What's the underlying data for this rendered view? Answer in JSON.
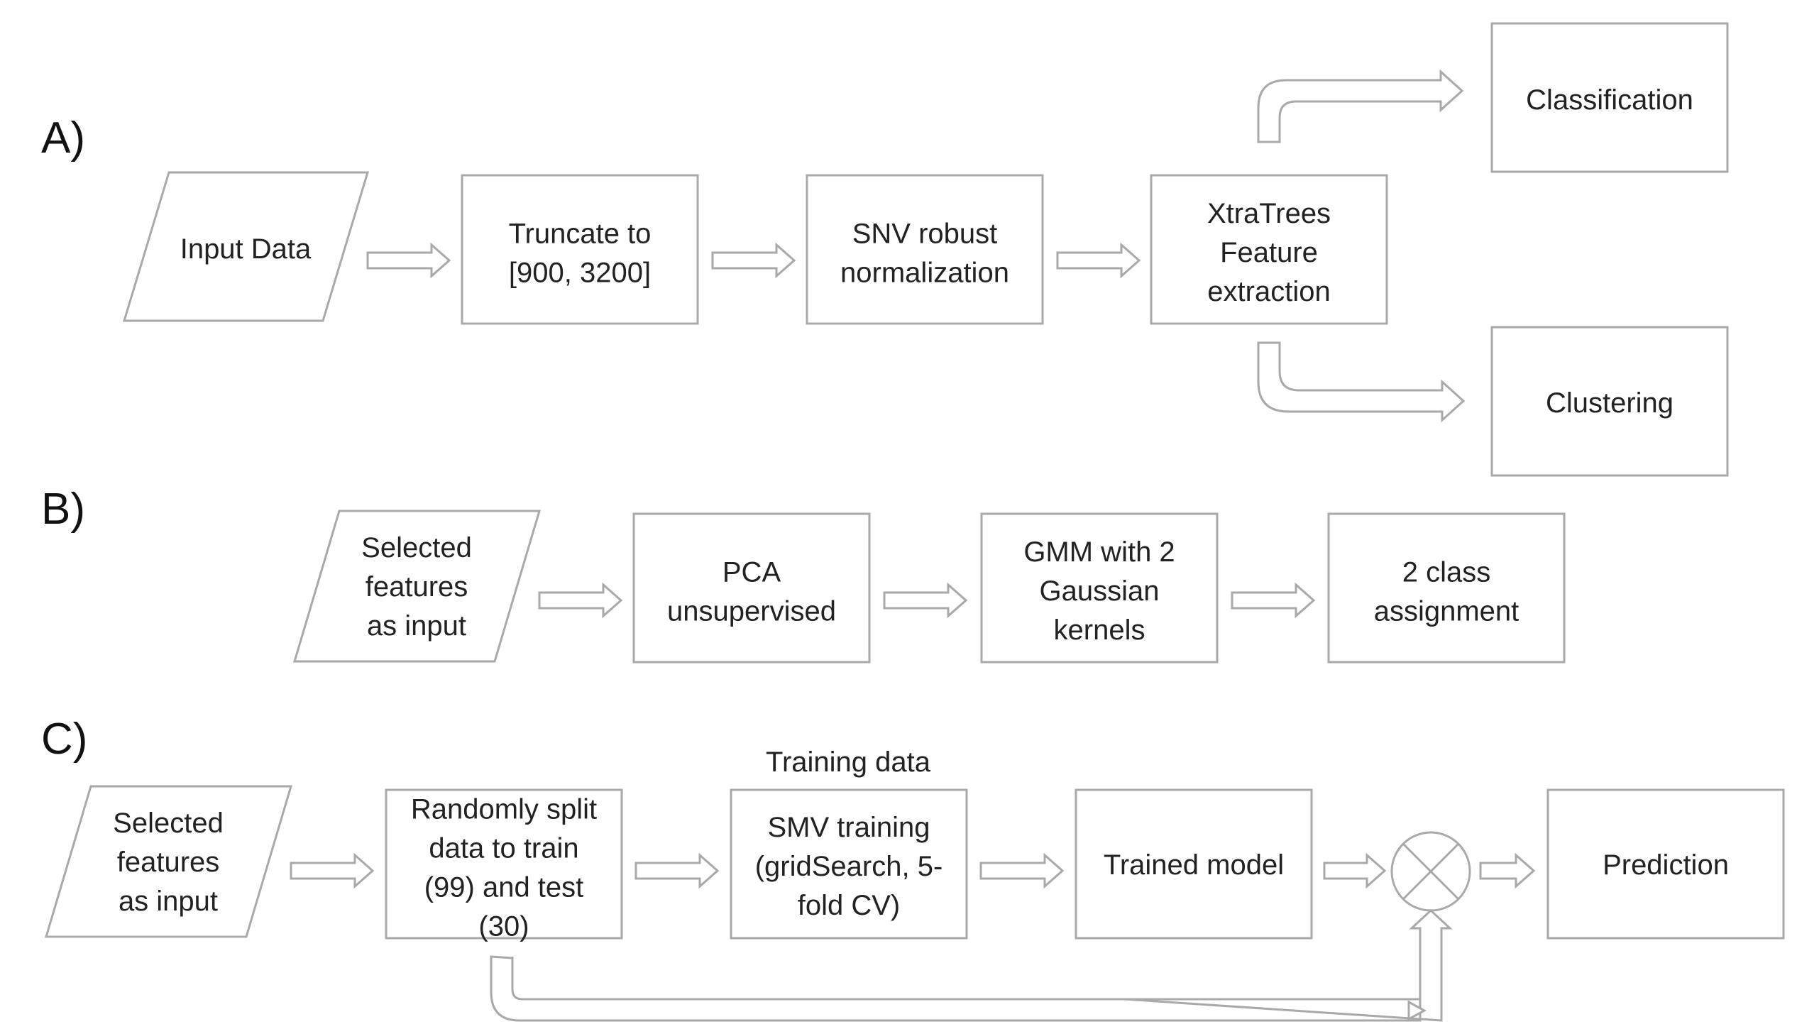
{
  "colors": {
    "stroke": "#a9a9a9",
    "text": "#222222",
    "background": "#ffffff"
  },
  "sections": {
    "a": {
      "label": "A)",
      "nodes": {
        "input": [
          "Input Data"
        ],
        "truncate": [
          "Truncate to",
          "[900, 3200]"
        ],
        "snv": [
          "SNV robust",
          "normalization"
        ],
        "xtratrees": [
          "XtraTrees",
          "Feature",
          "extraction"
        ],
        "classification": [
          "Classification"
        ],
        "clustering": [
          "Clustering"
        ]
      }
    },
    "b": {
      "label": "B)",
      "nodes": {
        "input": [
          "Selected",
          "features",
          "as input"
        ],
        "pca": [
          "PCA",
          "unsupervised"
        ],
        "gmm": [
          "GMM with 2",
          "Gaussian",
          "kernels"
        ],
        "assign": [
          "2 class",
          "assignment"
        ]
      }
    },
    "c": {
      "label": "C)",
      "caption": "Training data",
      "nodes": {
        "input": [
          "Selected",
          "features",
          "as input"
        ],
        "split": [
          "Randomly split",
          "data to train",
          "(99) and test",
          "(30)"
        ],
        "svm": [
          "SMV training",
          "(gridSearch, 5-",
          "fold CV)"
        ],
        "trained": [
          "Trained model"
        ],
        "prediction": [
          "Prediction"
        ]
      }
    }
  }
}
